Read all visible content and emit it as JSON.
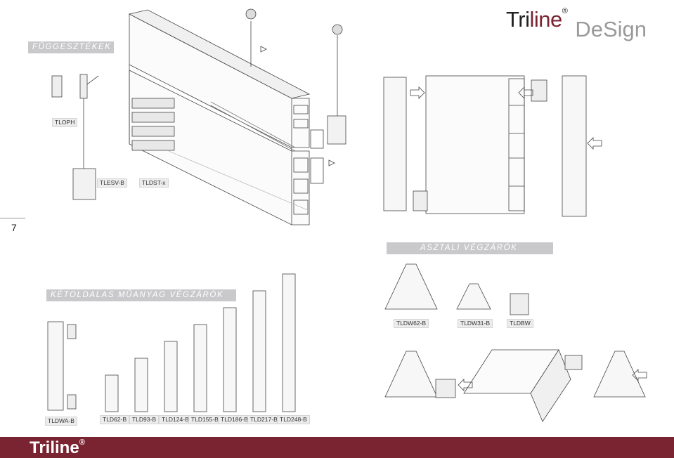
{
  "brand": {
    "logo_prefix": "Tri",
    "logo_suffix": "line",
    "registered": "®",
    "tagline": "DeSign",
    "accent_color": "#7b2431"
  },
  "sections": {
    "hangers": "FÜGGESZTÉKEK",
    "table_end_caps": "ASZTALI VÉGZÁRÓK",
    "double_sided_end_caps": "KÉTOLDALAS MŰANYAG VÉGZÁRÓK"
  },
  "page_number": "7",
  "labels": {
    "tloph": "TLOPH",
    "tlesv_b": "TLESV-B",
    "tldst_x": "TLDST-x",
    "tldw62_b": "TLDW62-B",
    "tldw31_b": "TLDW31-B",
    "tldbw": "TLDBW",
    "tldwa_b": "TLDWA-B",
    "tld62_b": "TLD62-B",
    "tld93_b": "TLD93-B",
    "tld124_b": "TLD124-B",
    "tld155_b": "TLD155-B",
    "tld186_b": "TLD186-B",
    "tld217_b": "TLD217-B",
    "tld248_b": "TLD248-B"
  },
  "footer": {
    "logo": "Triline",
    "registered": "®"
  }
}
